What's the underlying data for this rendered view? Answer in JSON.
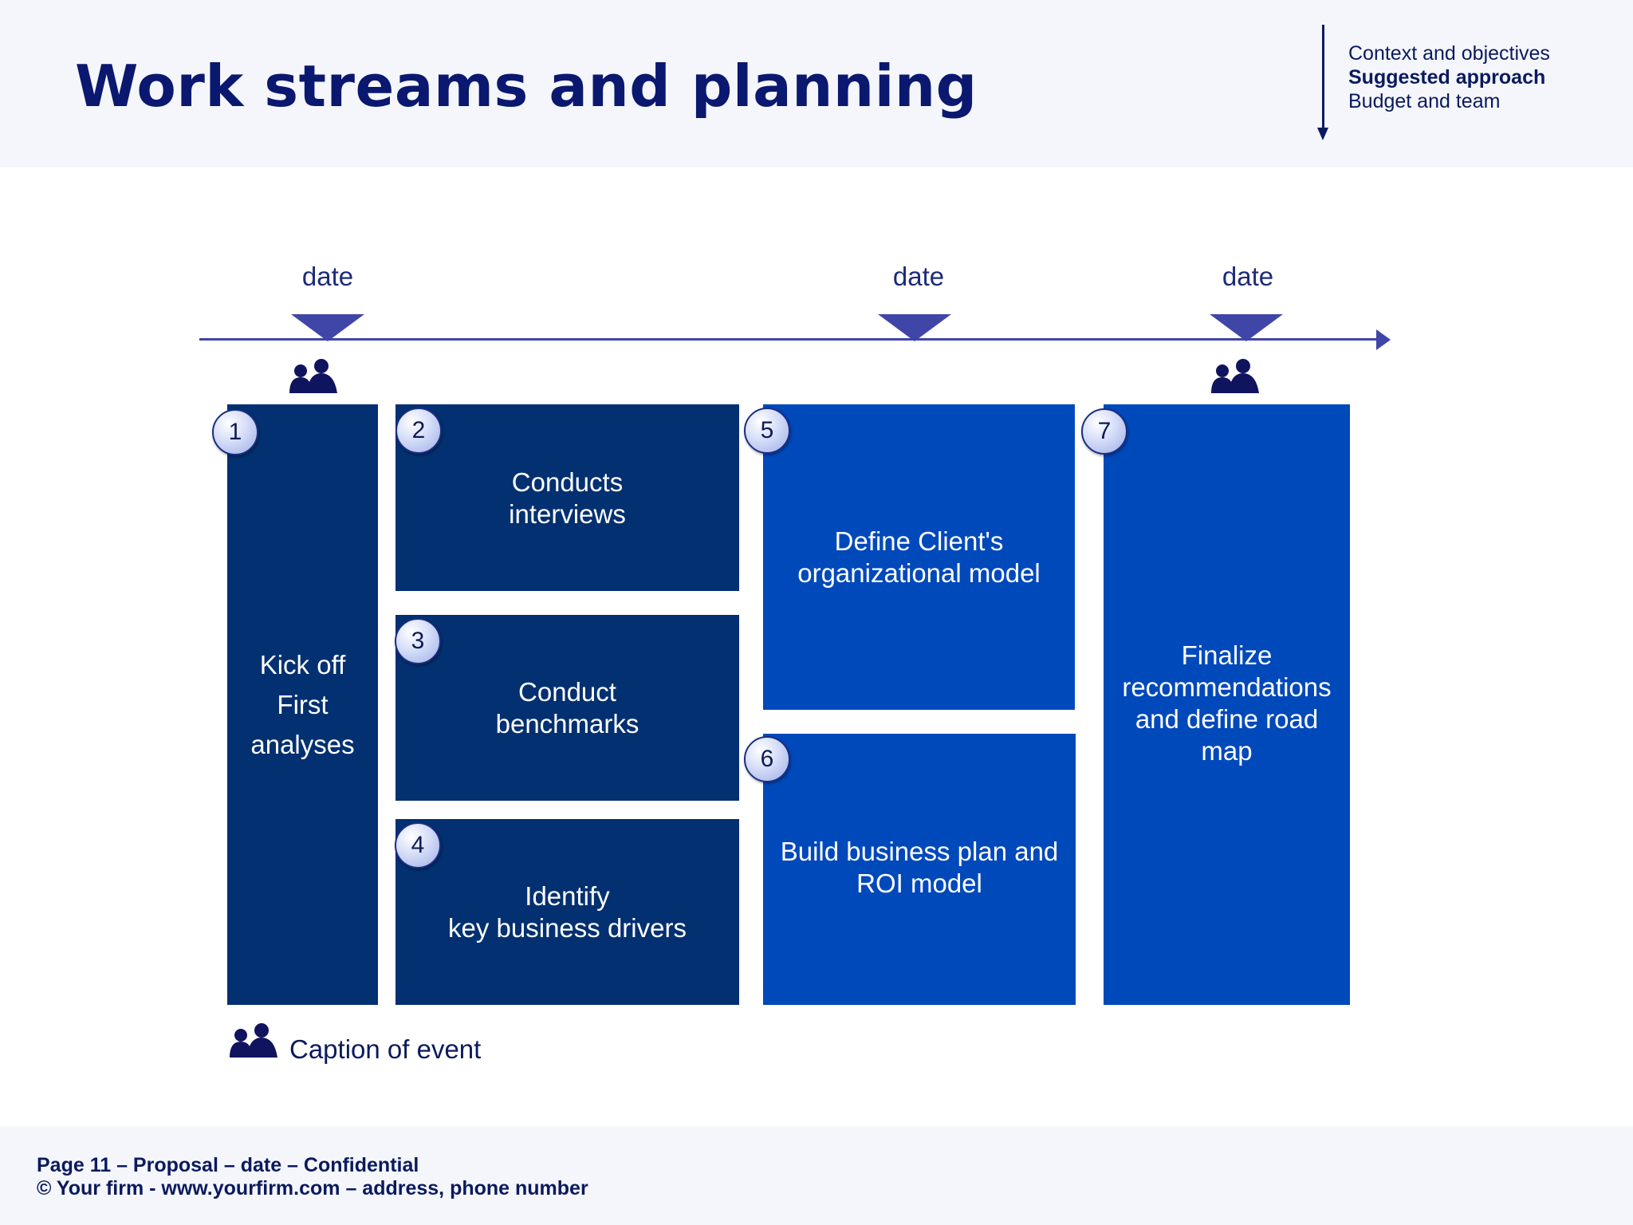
{
  "header": {
    "title": "Work streams and planning",
    "nav": {
      "items": [
        "Context and objectives",
        "Suggested approach",
        "Budget and team"
      ],
      "active_index": 1
    }
  },
  "timeline": {
    "dates": [
      "date",
      "date",
      "date"
    ],
    "event_icon": "people-icon",
    "color": "#3f46a8"
  },
  "steps": [
    {
      "number": "1",
      "lines": [
        "Kick off",
        "First",
        "analyses"
      ]
    },
    {
      "number": "2",
      "lines": [
        "Conducts",
        "interviews"
      ]
    },
    {
      "number": "3",
      "lines": [
        "Conduct",
        "benchmarks"
      ]
    },
    {
      "number": "4",
      "lines": [
        "Identify",
        "key business drivers"
      ]
    },
    {
      "number": "5",
      "lines": [
        "Define Client's",
        "organizational model"
      ]
    },
    {
      "number": "6",
      "lines": [
        "Build business plan and",
        "ROI model"
      ]
    },
    {
      "number": "7",
      "lines": [
        "Finalize",
        "recommendations",
        "and define road",
        "map"
      ]
    }
  ],
  "legend": {
    "caption": "Caption of event",
    "icon": "people-icon"
  },
  "footer": {
    "line1": "Page 11 – Proposal – date – Confidential",
    "line2": "© Your firm - www.yourfirm.com – address, phone number"
  },
  "colors": {
    "title": "#0b1870",
    "dark_block": "#033070",
    "bright_block": "#0049bb",
    "header_bg": "#f4f6fb"
  }
}
